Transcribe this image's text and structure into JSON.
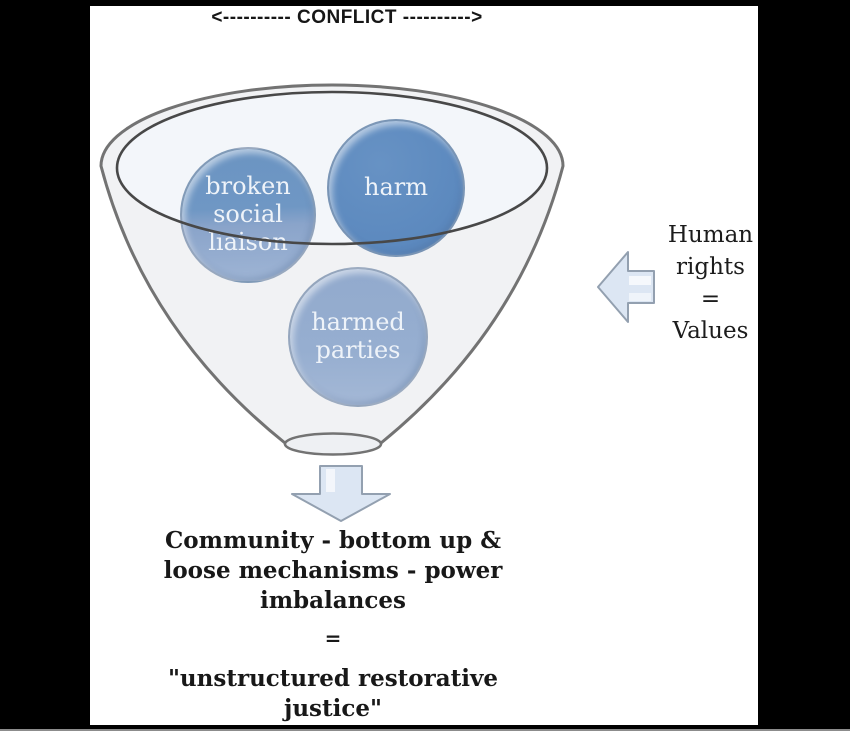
{
  "conflict_label": "<---------- CONFLICT ---------->",
  "funnel": {
    "circles": [
      {
        "label": "broken\nsocial\nliaison",
        "color": "#6f97c4"
      },
      {
        "label": "harm",
        "color": "#5d8abf"
      },
      {
        "label": "harmed\nparties",
        "color": "#96aed0"
      }
    ]
  },
  "side_note": {
    "label": "Human\nrights\n=\nValues"
  },
  "bottom_note": {
    "line1": "Community - bottom up &\nloose mechanisms - power\nimbalances",
    "equals": "=",
    "line2": "\"unstructured restorative\njustice\""
  },
  "icons": {
    "left_arrow": "left-block-arrow-icon",
    "down_arrow": "down-block-arrow-icon"
  },
  "colors": {
    "frame": "#000000",
    "background": "#ffffff",
    "funnel_fill": "#f1f2f4",
    "funnel_outline": "#737373",
    "rim_outline": "#484848",
    "rim_fill": "#f3f6fa",
    "arrow_fill": "#dce6f3",
    "arrow_outline": "#93a0b0",
    "text": "#181818",
    "bottom_rule": "#8c8c8c"
  }
}
